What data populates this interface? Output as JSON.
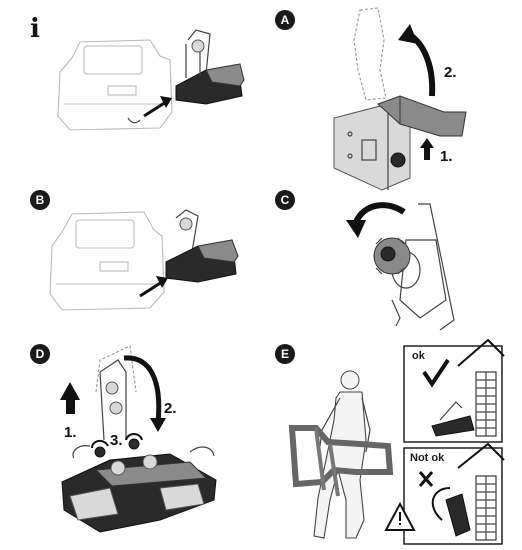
{
  "panels": {
    "info": {
      "symbol": "i"
    },
    "a": {
      "badge": "A",
      "step1": "1.",
      "step2": "2."
    },
    "b": {
      "badge": "B"
    },
    "c": {
      "badge": "C"
    },
    "d": {
      "badge": "D",
      "step1": "1.",
      "step2": "2.",
      "step3": "3."
    },
    "e": {
      "badge": "E",
      "ok_label": "ok",
      "not_ok_label": "Not ok"
    }
  }
}
